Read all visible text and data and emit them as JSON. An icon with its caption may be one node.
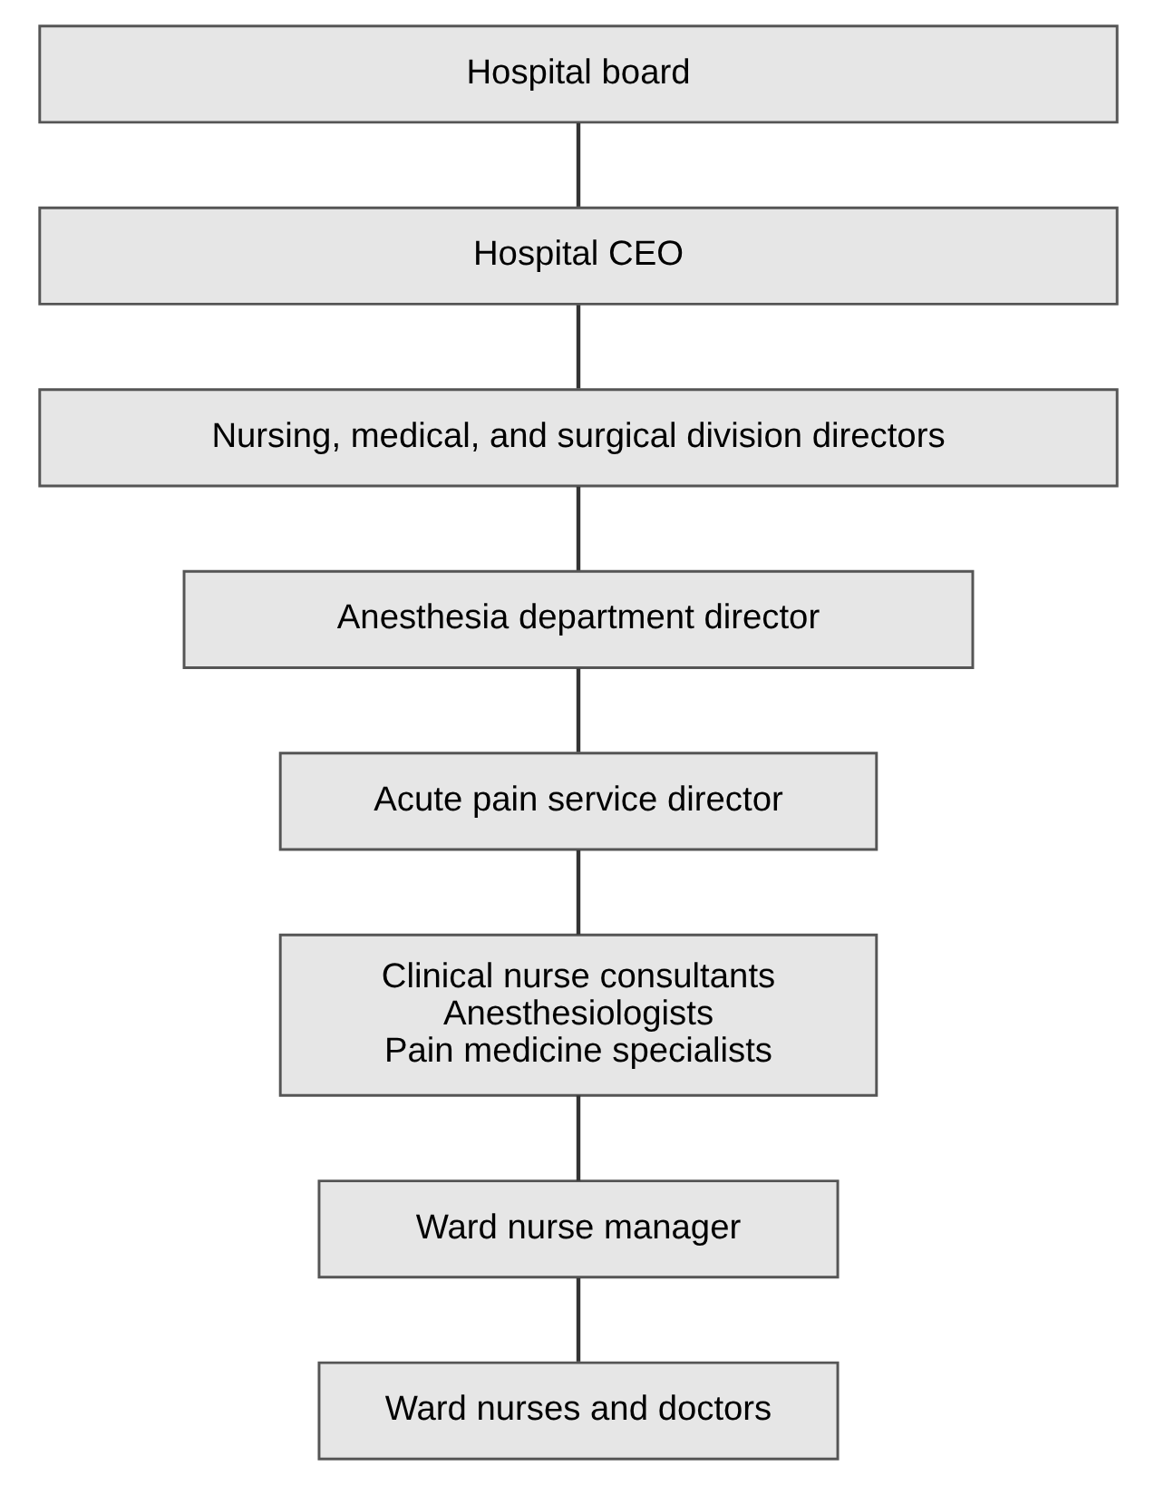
{
  "diagram": {
    "nodes": [
      {
        "text": [
          "Hospital board"
        ]
      },
      {
        "text": [
          "Hospital CEO"
        ]
      },
      {
        "text": [
          "Nursing, medical, and surgical division directors"
        ]
      },
      {
        "text": [
          "Anesthesia department director"
        ]
      },
      {
        "text": [
          "Acute pain service director"
        ]
      },
      {
        "text": [
          "Clinical nurse consultants",
          "Anesthesiologists",
          "Pain medicine specialists"
        ]
      },
      {
        "text": [
          "Ward nurse manager"
        ]
      },
      {
        "text": [
          "Ward nurses and doctors"
        ]
      }
    ],
    "edges": [
      {
        "from": 0,
        "to": 1,
        "arrow": "none"
      },
      {
        "from": 1,
        "to": 2,
        "arrow": "none"
      },
      {
        "from": 2,
        "to": 3,
        "arrow": "none"
      },
      {
        "from": 3,
        "to": 4,
        "arrow": "none"
      },
      {
        "from": 4,
        "to": 5,
        "arrow": "none"
      },
      {
        "from": 5,
        "to": 6,
        "arrow": "none"
      },
      {
        "from": 6,
        "to": 7,
        "arrow": "none"
      }
    ]
  }
}
